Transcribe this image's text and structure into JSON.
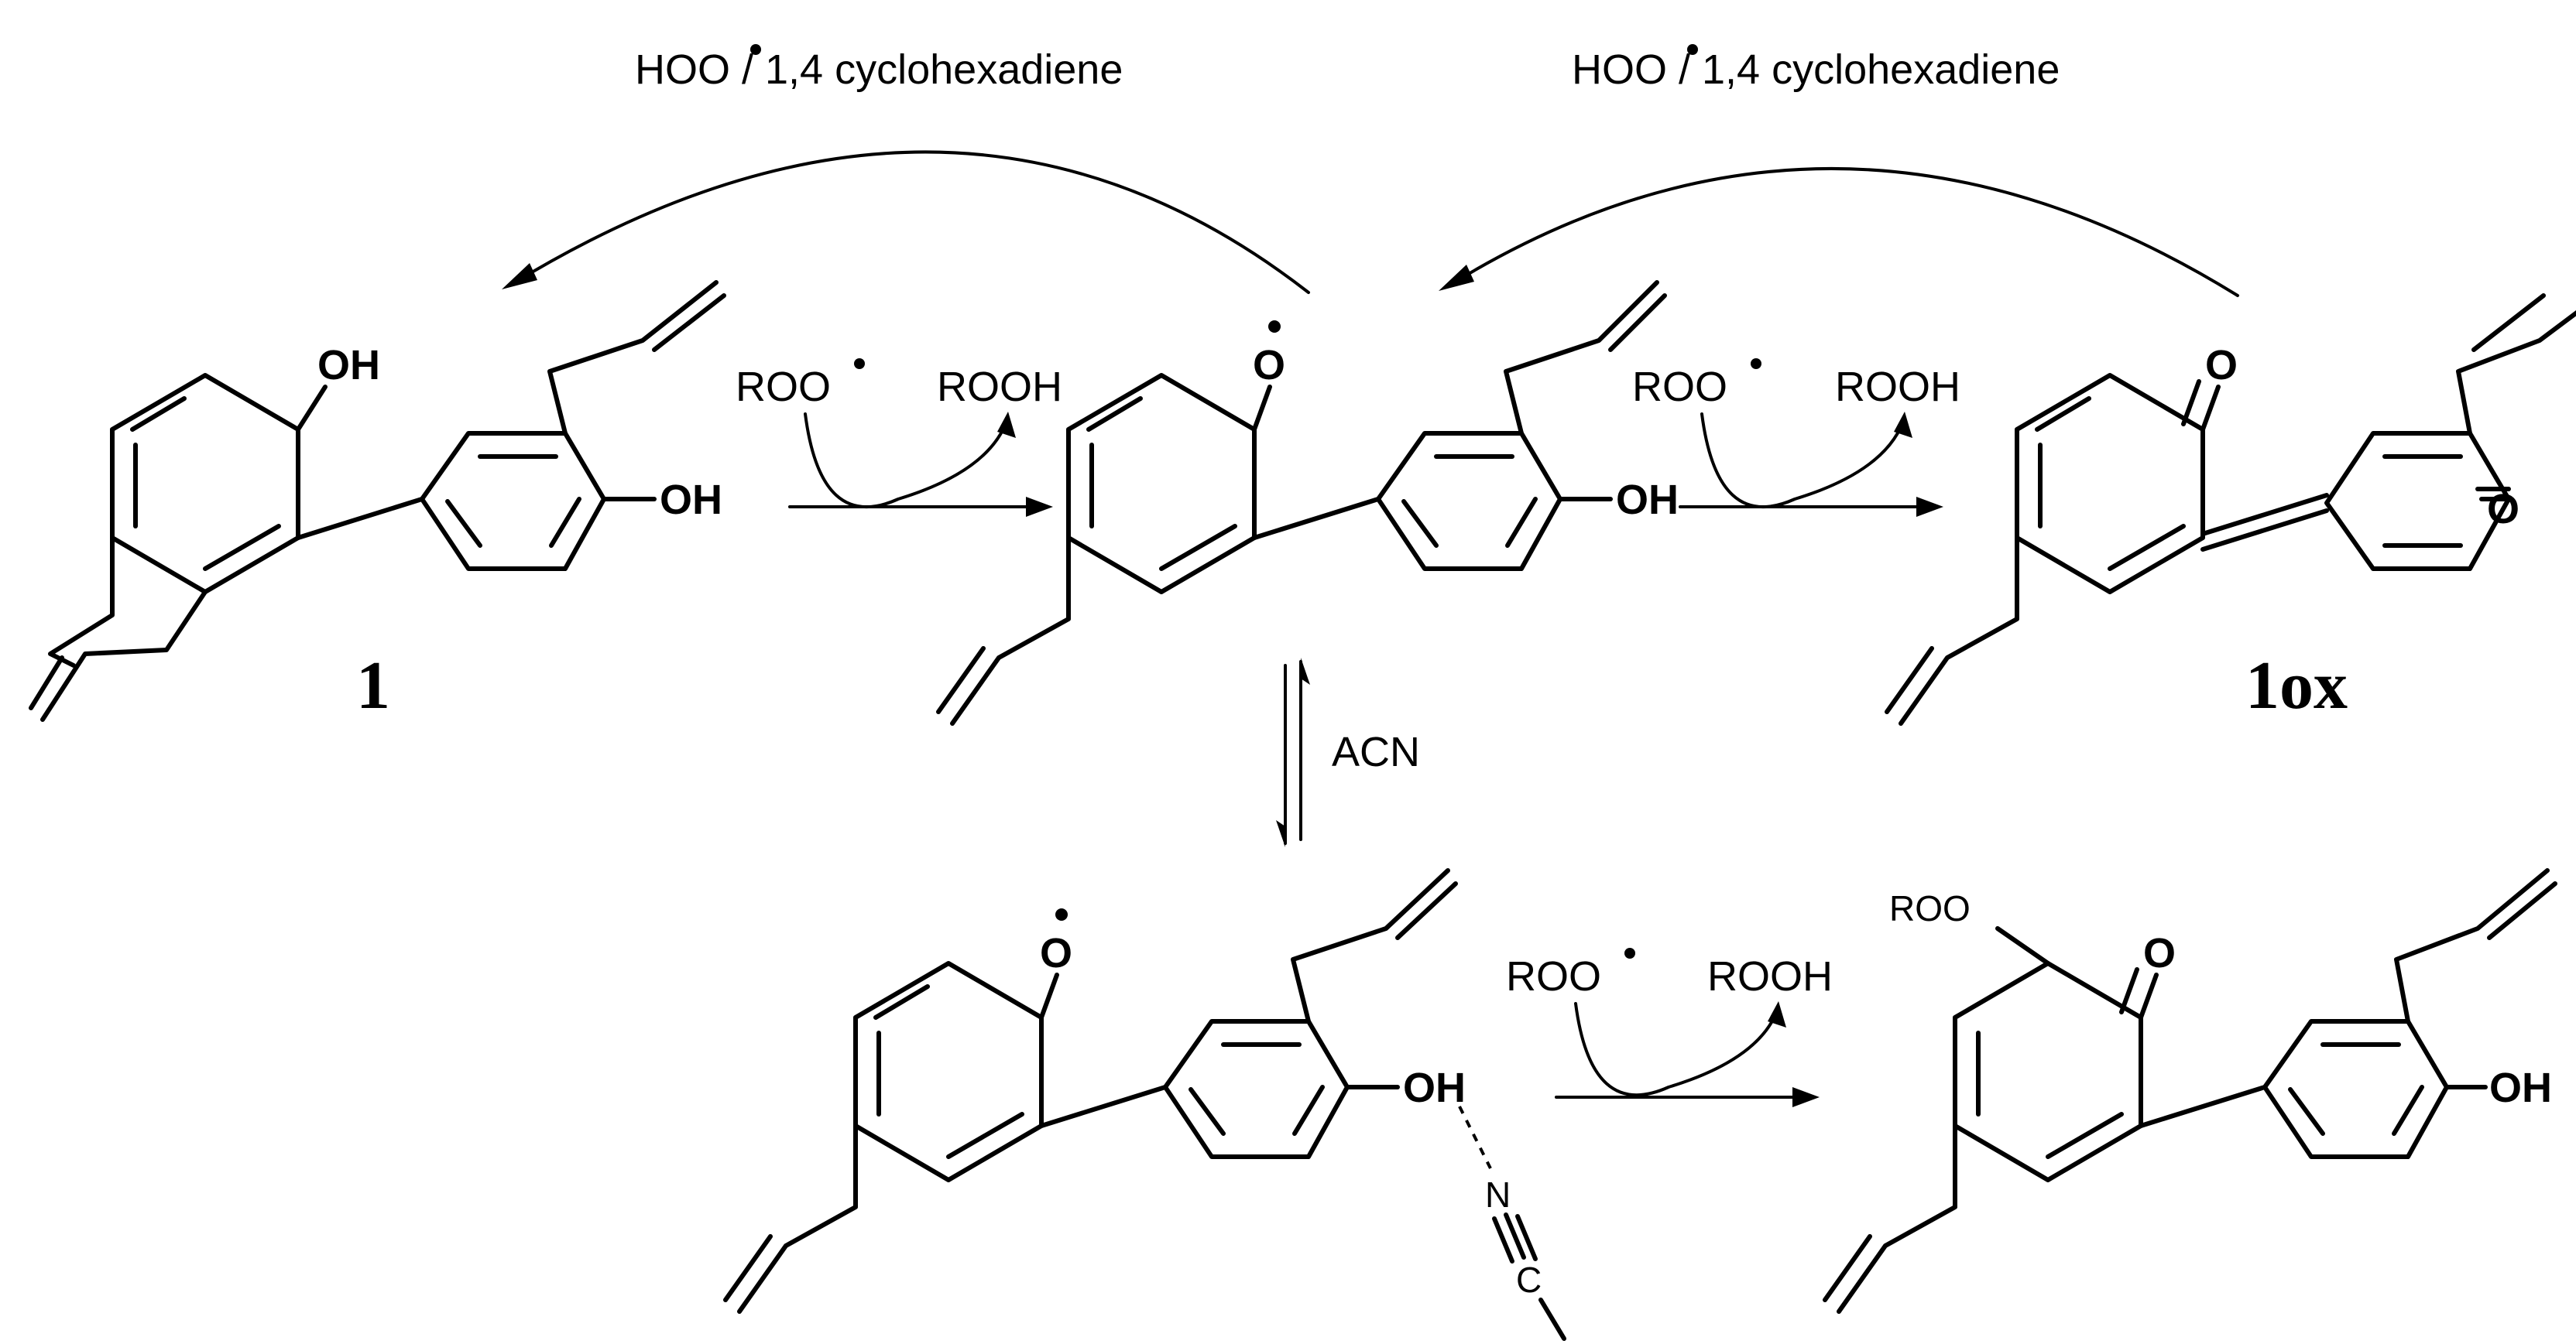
{
  "reagents": {
    "cycle_left": "HOO",
    "cycle_left_tail": " / 1,4 cyclohexadiene",
    "cycle_right": "HOO",
    "cycle_right_tail": " / 1,4 cyclohexadiene",
    "roo": "ROO",
    "rooh": "ROOH",
    "acn": "ACN"
  },
  "compounds": {
    "diol_label": "1",
    "quinone_label": "1ox"
  },
  "atoms": {
    "oh": "OH",
    "o": "O",
    "roo_sub": "ROO",
    "n": "N",
    "c": "C"
  }
}
